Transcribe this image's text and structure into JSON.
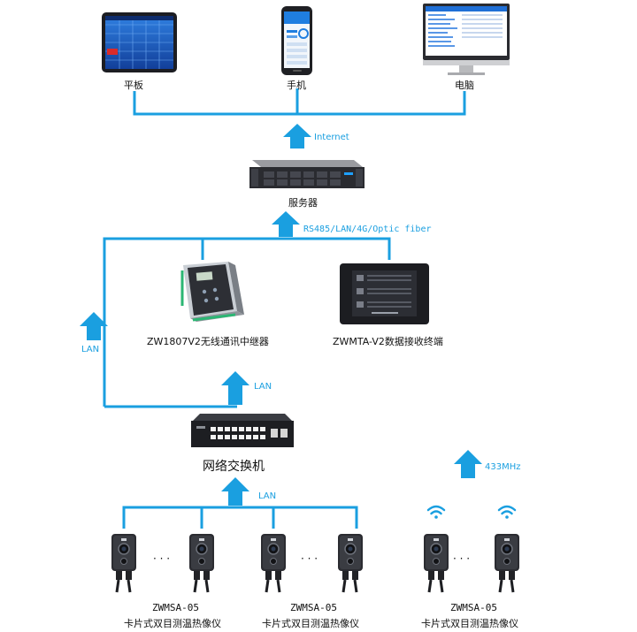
{
  "devices": {
    "tablet": "平板",
    "phone": "手机",
    "computer": "电脑",
    "server": "服务器",
    "repeater": "ZW1807V2无线通讯中继器",
    "terminal": "ZWMTA-V2数据接收终端",
    "switch": "网络交换机",
    "camera_model": "ZWMSA-05",
    "camera_name": "卡片式双目测温热像仪",
    "ellipsis": "· · ·"
  },
  "links": {
    "internet": "Internet",
    "backbone": "RS485/LAN/4G/Optic fiber",
    "lan": "LAN",
    "radio": "433MHz"
  },
  "colors": {
    "line": "#1a9fe0",
    "arrow": "#1a9fe0",
    "device_dark": "#1e1f24",
    "screen": "#1a66c9"
  }
}
